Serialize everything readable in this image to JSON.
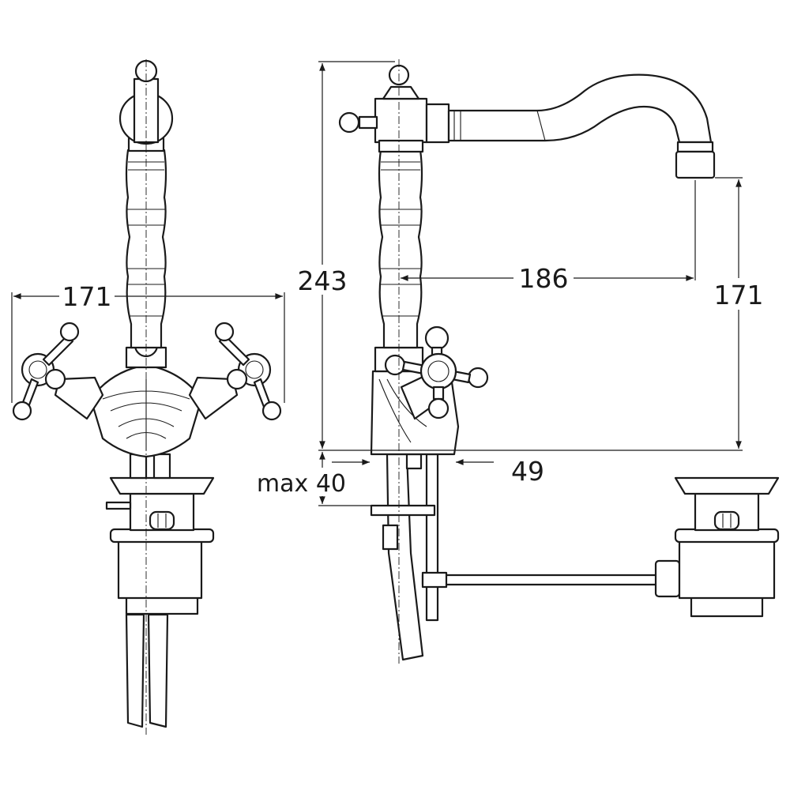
{
  "dimensions": {
    "front_width": "171",
    "total_height": "243",
    "spout_reach": "186",
    "spout_height": "171",
    "max_deck_thickness": "max 40",
    "base_offset": "49"
  },
  "colors": {
    "line": "#1a1a1a",
    "background": "#ffffff"
  }
}
